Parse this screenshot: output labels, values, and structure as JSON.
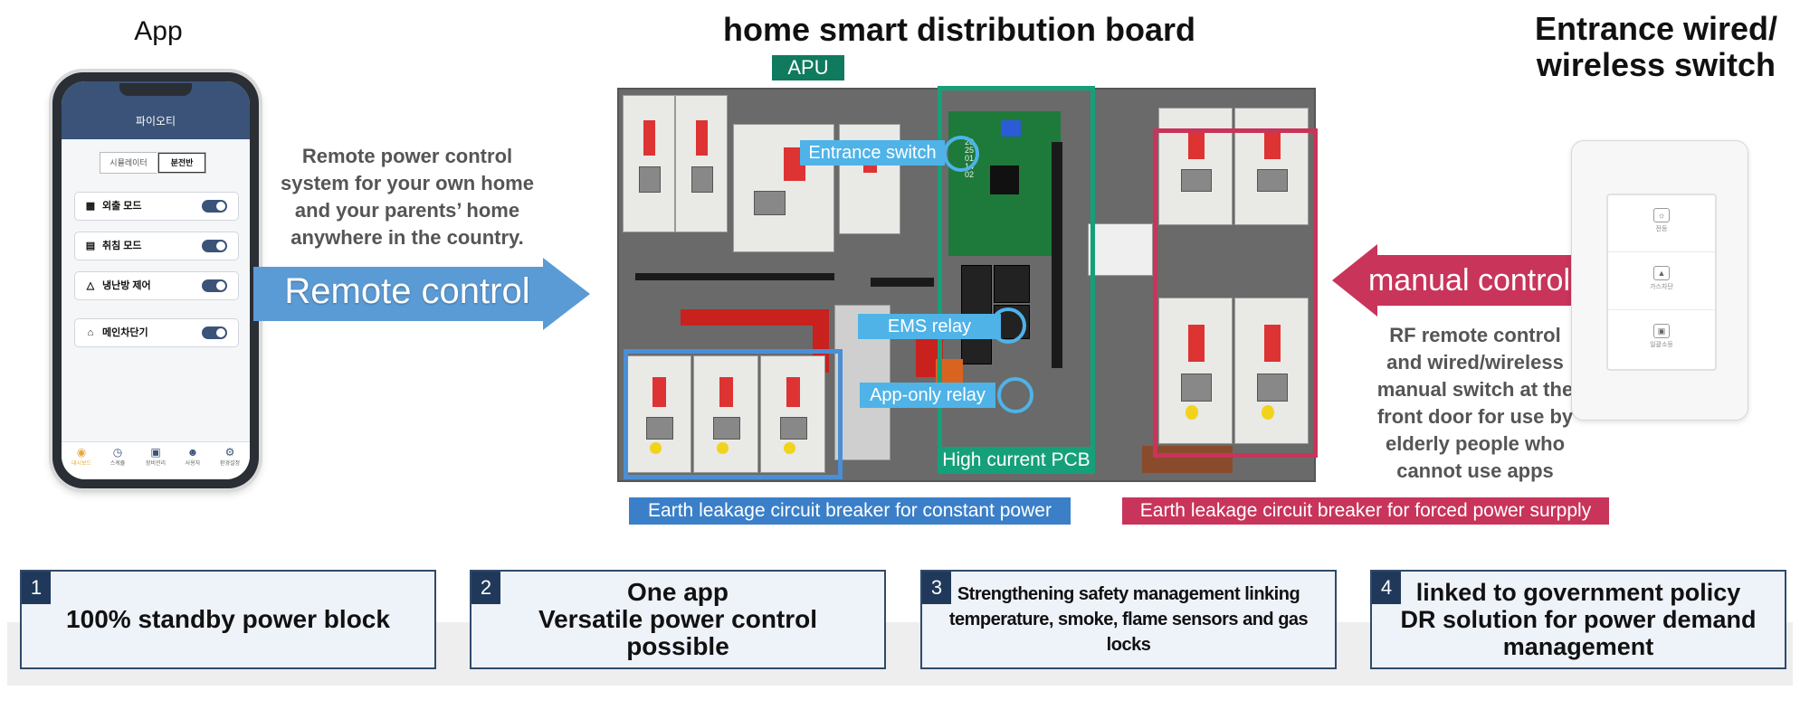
{
  "titles": {
    "app": "App",
    "board": "home smart distribution board",
    "switch_line1": "Entrance wired/",
    "switch_line2": "wireless switch"
  },
  "phone": {
    "header_title": "파이오티",
    "segments": [
      "시뮬레이터",
      "분전반"
    ],
    "modes": [
      {
        "label": "외출 모드",
        "icon": "person-out-icon",
        "enabled": true
      },
      {
        "label": "취침 모드",
        "icon": "bed-icon",
        "enabled": true
      },
      {
        "label": "냉난방 제어",
        "icon": "thermostat-icon",
        "enabled": true
      },
      {
        "label": "메인차단기",
        "icon": "house-icon",
        "enabled": true
      }
    ],
    "nav": [
      {
        "label": "대시보드",
        "icon": "location-icon"
      },
      {
        "label": "스케쥴",
        "icon": "clock-icon"
      },
      {
        "label": "장비관리",
        "icon": "device-icon"
      },
      {
        "label": "사용자",
        "icon": "user-icon"
      },
      {
        "label": "환경설정",
        "icon": "gear-icon"
      }
    ]
  },
  "remote": {
    "desc_line1": "Remote power control",
    "desc_line2": "system for your own home",
    "desc_line3": "and your parents’ home",
    "desc_line4": "anywhere in the country.",
    "label": "Remote control",
    "color": "#5b9bd5"
  },
  "manual": {
    "label": "manual control",
    "color": "#c8345a",
    "desc_line1": "RF remote control",
    "desc_line2": "and wired/wireless",
    "desc_line3": "manual switch at the",
    "desc_line4": "front door for use by",
    "desc_line5": "elderly people who",
    "desc_line6": "cannot use apps"
  },
  "board": {
    "apu": "APU",
    "entrance_switch": "Entrance switch",
    "ems_relay": "EMS relay",
    "app_only_relay": "App-only relay",
    "high_current_pcb": "High current PCB",
    "pcb_text": "2025011402",
    "constant_caption": "Earth leakage circuit breaker for constant power",
    "forced_caption": "Earth leakage circuit breaker for forced power surpply"
  },
  "wall_switch": {
    "buttons": [
      {
        "label": "전등",
        "icon": "light-icon"
      },
      {
        "label": "가스차단",
        "icon": "gas-icon"
      },
      {
        "label": "일괄소등",
        "icon": "all-off-icon"
      }
    ]
  },
  "features": [
    {
      "num": "1",
      "line1": "100% standby power block",
      "line2": "",
      "line3": ""
    },
    {
      "num": "2",
      "line1": "One app",
      "line2": "Versatile power control",
      "line3": "possible"
    },
    {
      "num": "3",
      "line1": "Strengthening safety management linking",
      "line2": "temperature, smoke, flame sensors and gas locks",
      "line3": ""
    },
    {
      "num": "4",
      "line1": "linked to government policy",
      "line2": "DR solution for power demand",
      "line3": "management"
    }
  ]
}
